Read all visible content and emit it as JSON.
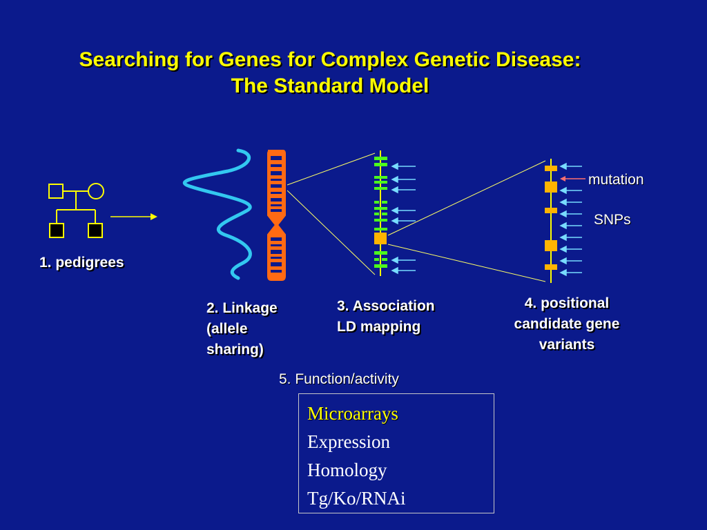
{
  "title": {
    "line1": "Searching for Genes for Complex Genetic Disease:",
    "line2": "The Standard Model"
  },
  "steps": {
    "pedigrees": "1. pedigrees",
    "linkage": [
      "2. Linkage",
      "(allele",
      "sharing)"
    ],
    "association": [
      "3. Association",
      "LD mapping"
    ],
    "positional": [
      "4. positional",
      "candidate gene",
      "variants"
    ],
    "function": "5. Function/activity"
  },
  "annotations": {
    "mutation": "mutation",
    "snps": "SNPs"
  },
  "function_box": {
    "heading": "Microarrays",
    "items": [
      "Expression",
      "Homology",
      "Tg/Ko/RNAi"
    ]
  },
  "colors": {
    "background": "#0b1a8c",
    "title": "#ffff00",
    "chromosome": "#ff6a13",
    "linkage_curve": "#33c8f0",
    "association_marker": "#4cff1c",
    "variant_marker": "#ffb400",
    "arrow": "#78dcff",
    "mutation_arrow": "#ff7070"
  }
}
